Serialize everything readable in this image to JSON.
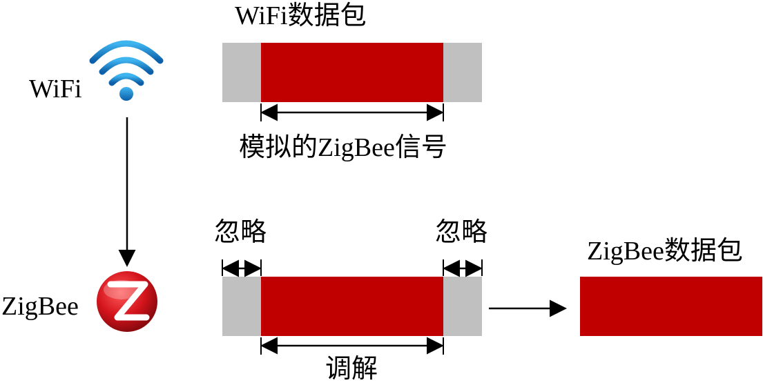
{
  "wifi": {
    "label": "WiFi",
    "icon": "wifi-icon"
  },
  "zigbee": {
    "label": "ZigBee",
    "icon": "zigbee-logo-icon"
  },
  "top_packet": {
    "title": "WiFi数据包",
    "span_label": "模拟的ZigBee信号"
  },
  "bottom_packet": {
    "ignore_left": "忽略",
    "ignore_right": "忽略",
    "span_label": "调解"
  },
  "output_packet": {
    "title": "ZigBee数据包"
  },
  "colors": {
    "payload": "#c00000",
    "padding": "#c0c0c0",
    "wifi_blue": "#1a8ad4",
    "zigbee_red": "#d4141c",
    "arrow": "#000000"
  }
}
